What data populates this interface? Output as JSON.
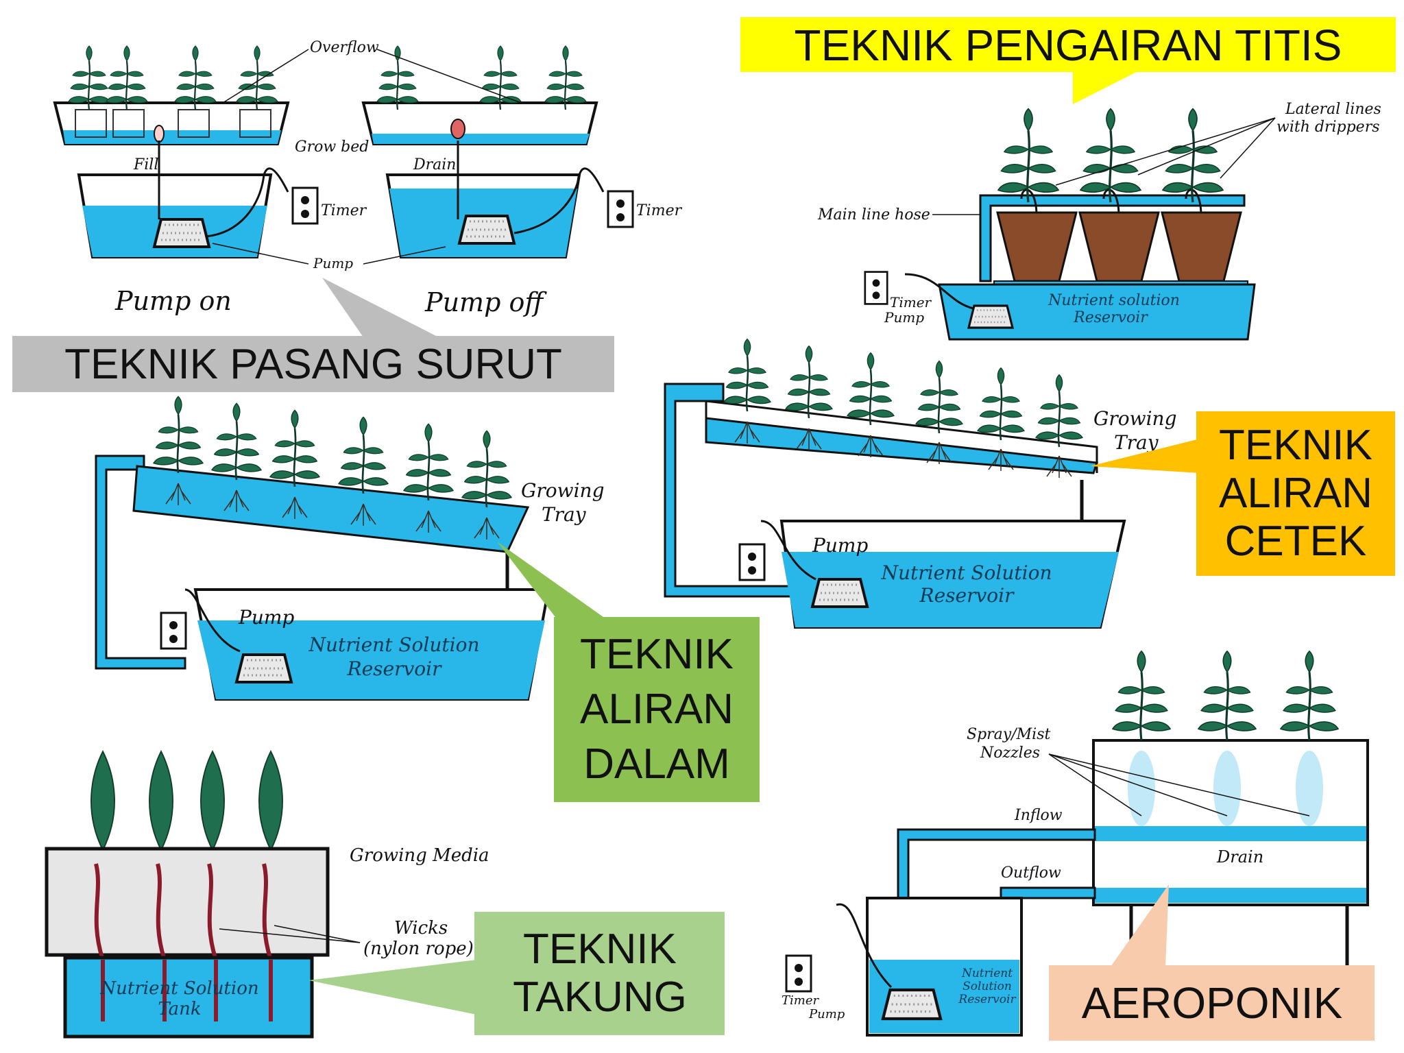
{
  "colors": {
    "water": "#29b6e8",
    "water_dark": "#1b8fc2",
    "leaf": "#1f6f4f",
    "callout_yellow": "#ffff00",
    "callout_grey": "#bdbdbd",
    "callout_orange": "#ffc000",
    "callout_green": "#8cc152",
    "callout_lightgreen": "#a9d18e",
    "callout_peach": "#f8cbad",
    "pot_brown": "#8a4b2b"
  },
  "callouts": {
    "titis": "TEKNIK PENGAIRAN TITIS",
    "pasang_surut": "TEKNIK PASANG SURUT",
    "aliran_cetek": [
      "TEKNIK",
      "ALIRAN",
      "CETEK"
    ],
    "aliran_dalam": [
      "TEKNIK",
      "ALIRAN",
      "DALAM"
    ],
    "takung": [
      "TEKNIK",
      "TAKUNG"
    ],
    "aeroponik": "AEROPONIK"
  },
  "ebb_flow": {
    "overflow": "Overflow",
    "grow_bed": "Grow bed",
    "fill": "Fill",
    "drain": "Drain",
    "timer_left": "Timer",
    "timer_right": "Timer",
    "pump": "Pump",
    "pump_on": "Pump on",
    "pump_off": "Pump off"
  },
  "drip": {
    "lateral_lines": [
      "Lateral lines",
      "with drippers"
    ],
    "main_line_hose": "Main line hose",
    "timer": "Timer",
    "pump": "Pump",
    "reservoir": [
      "Nutrient solution",
      "Reservoir"
    ]
  },
  "nft": {
    "growing_tray": [
      "Growing",
      "Tray"
    ],
    "pump": "Pump",
    "reservoir": [
      "Nutrient Solution",
      "Reservoir"
    ]
  },
  "dft": {
    "growing_tray": [
      "Growing",
      "Tray"
    ],
    "pump": "Pump",
    "reservoir": [
      "Nutrient Solution",
      "Reservoir"
    ]
  },
  "wick": {
    "growing_media": "Growing Media",
    "wicks": [
      "Wicks",
      "(nylon rope)"
    ],
    "tank": [
      "Nutrient Solution",
      "Tank"
    ]
  },
  "aero": {
    "nozzles": [
      "Spray/Mist",
      "Nozzles"
    ],
    "inflow": "Inflow",
    "outflow": "Outflow",
    "drain": "Drain",
    "timer": "Timer",
    "pump": "Pump",
    "reservoir": [
      "Nutrient",
      "Solution",
      "Reservoir"
    ]
  }
}
